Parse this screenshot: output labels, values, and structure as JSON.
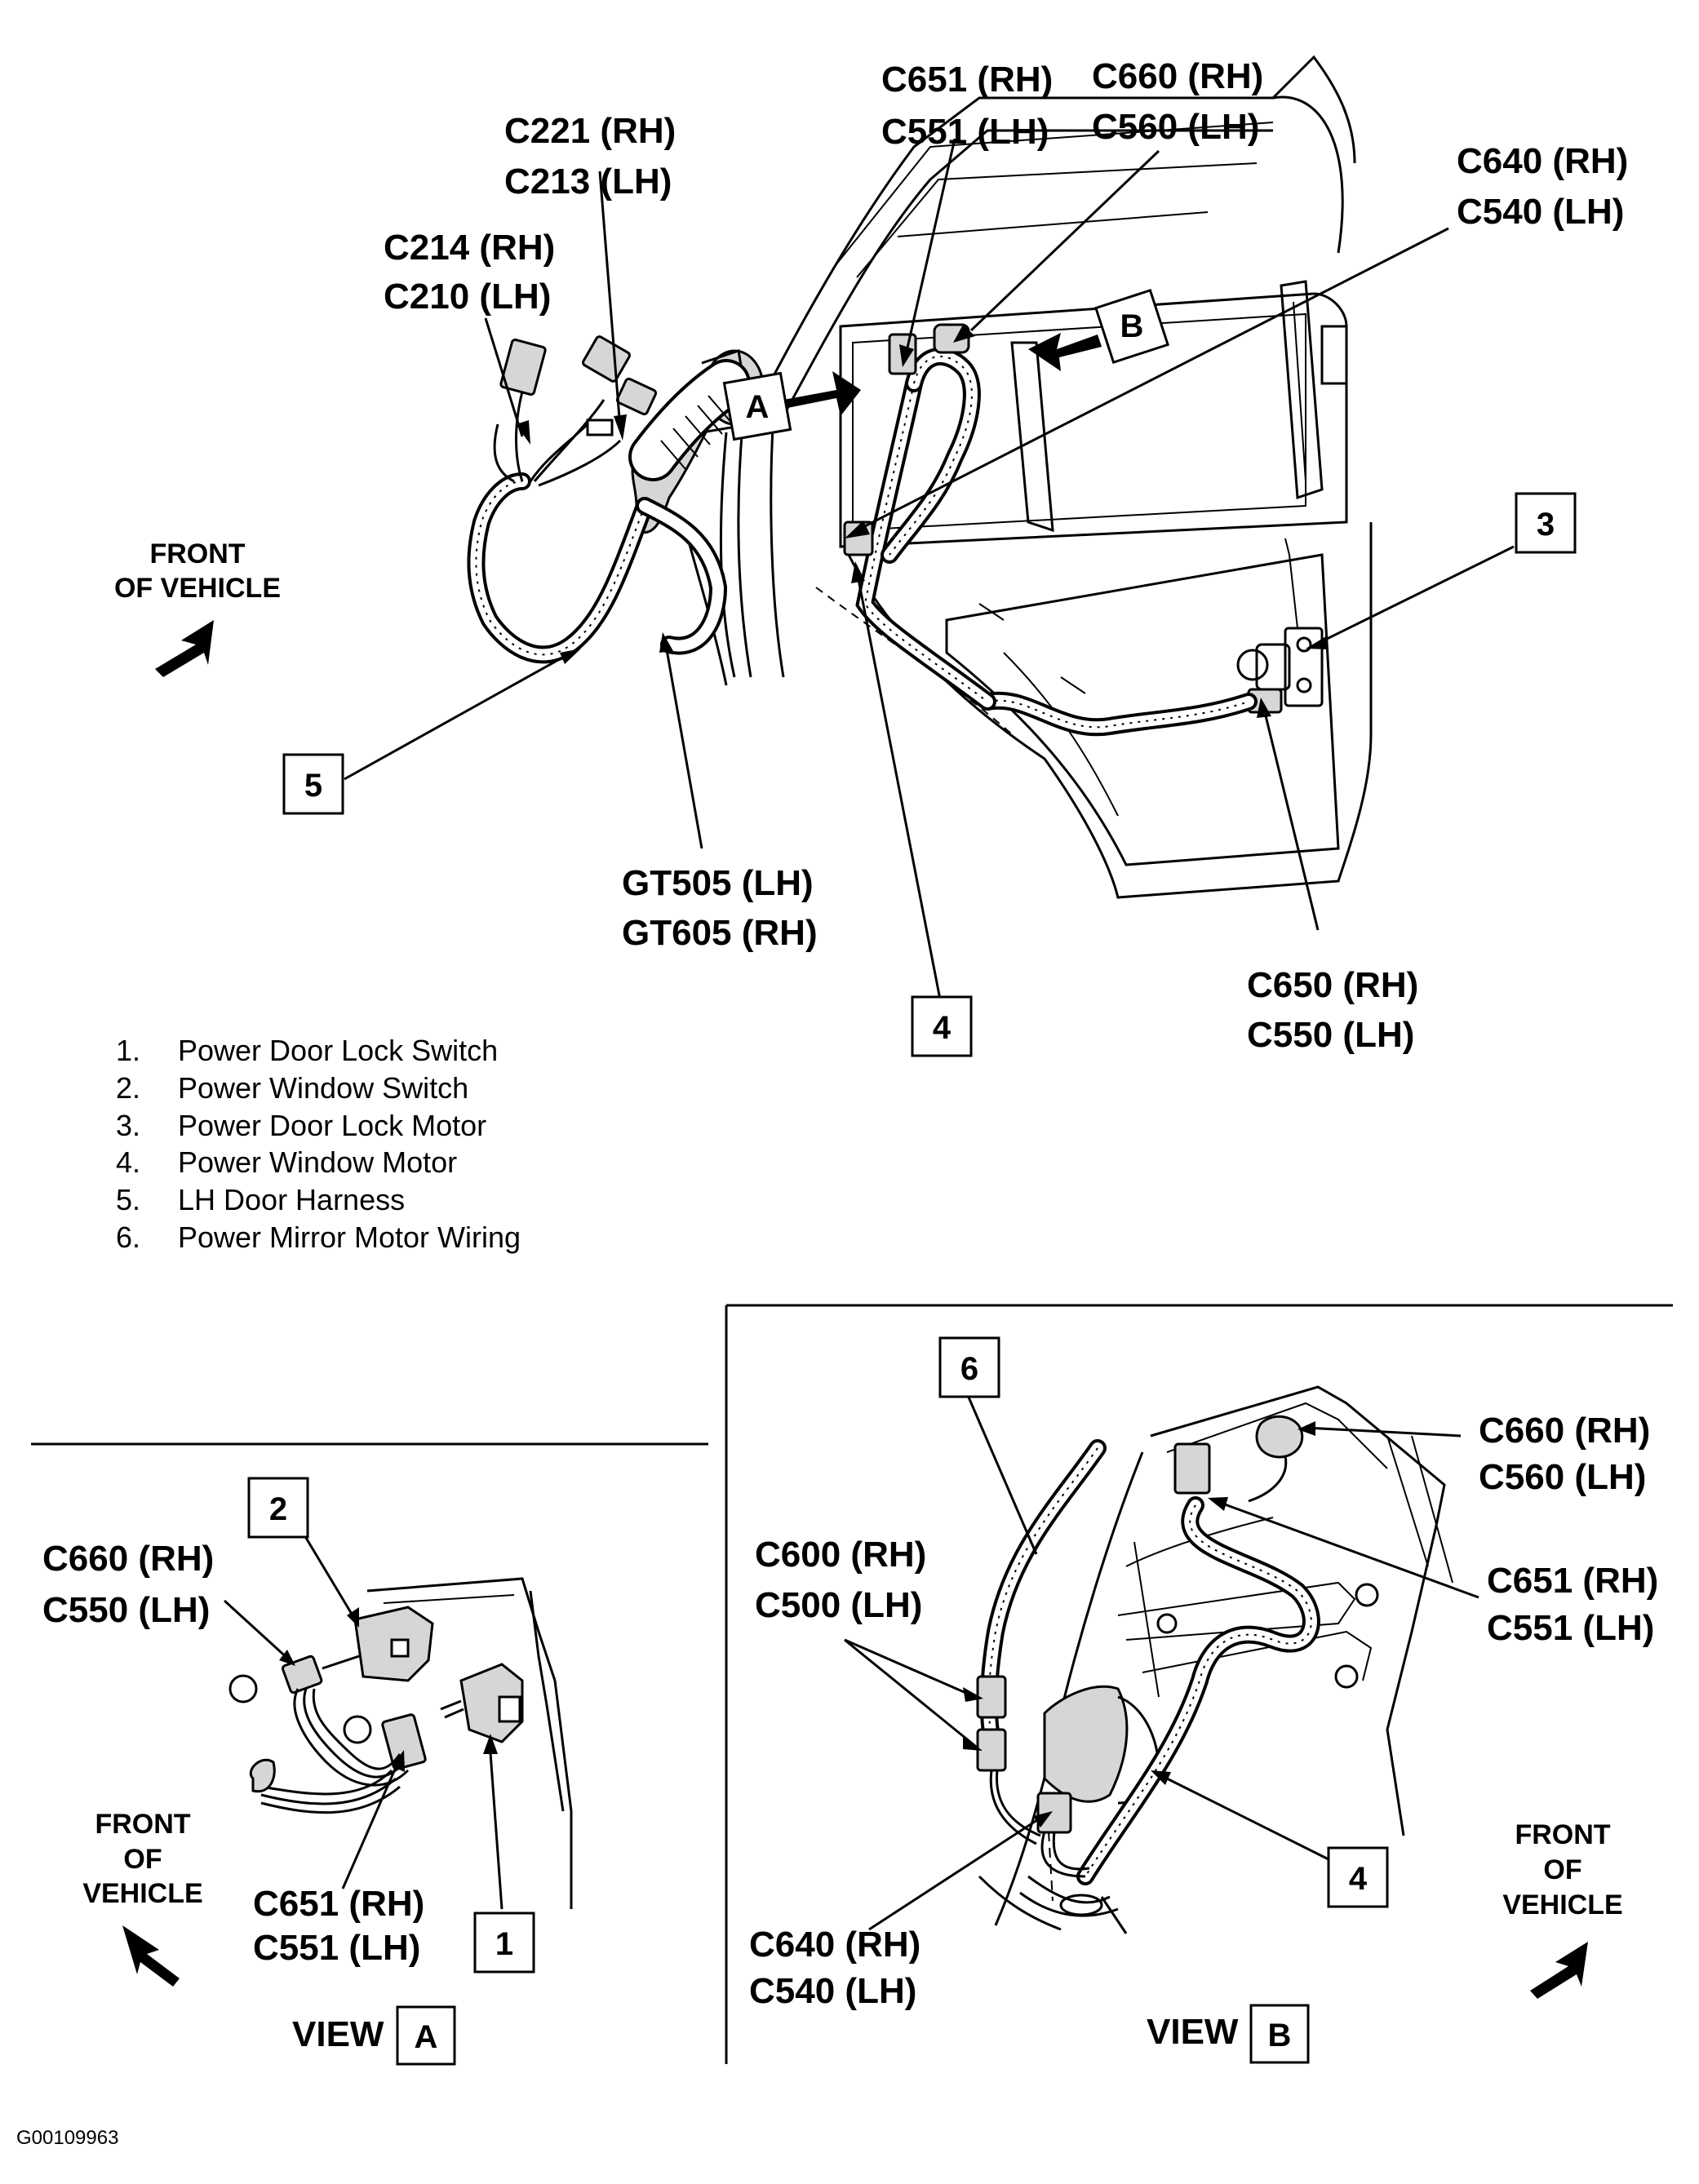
{
  "main_view": {
    "labels": {
      "c221": "C221 (RH)",
      "c213": "C213 (LH)",
      "c214": "C214 (RH)",
      "c210": "C210 (LH)",
      "c651": "C651 (RH)",
      "c551": "C551 (LH)",
      "c660": "C660 (RH)",
      "c560": "C560 (LH)",
      "c640": "C640 (RH)",
      "c540": "C540 (LH)",
      "gt505": "GT505 (LH)",
      "gt605": "GT605 (RH)",
      "c650": "C650 (RH)",
      "c550": "C550 (LH)"
    },
    "front_of_vehicle": [
      "FRONT",
      "OF VEHICLE"
    ],
    "view_arrows": {
      "a": "A",
      "b": "B"
    },
    "callouts": {
      "three": "3",
      "four": "4",
      "five": "5"
    }
  },
  "legend": [
    {
      "num": "1.",
      "text": "Power Door Lock Switch"
    },
    {
      "num": "2.",
      "text": "Power Window Switch"
    },
    {
      "num": "3.",
      "text": "Power Door Lock Motor"
    },
    {
      "num": "4.",
      "text": "Power Window Motor"
    },
    {
      "num": "5.",
      "text": "LH Door Harness"
    },
    {
      "num": "6.",
      "text": "Power Mirror Motor Wiring"
    }
  ],
  "view_a": {
    "labels": {
      "c660": "C660 (RH)",
      "c550": "C550 (LH)",
      "c651": "C651 (RH)",
      "c551": "C551 (LH)"
    },
    "front_of_vehicle": [
      "FRONT",
      "OF",
      "VEHICLE"
    ],
    "callouts": {
      "one": "1",
      "two": "2"
    },
    "view_word": "VIEW",
    "view_letter": "A"
  },
  "view_b": {
    "labels": {
      "c660": "C660 (RH)",
      "c560": "C560 (LH)",
      "c651": "C651 (RH)",
      "c551": "C551 (LH)",
      "c600": "C600 (RH)",
      "c500": "C500 (LH)",
      "c640": "C640 (RH)",
      "c540": "C540 (LH)"
    },
    "front_of_vehicle": [
      "FRONT",
      "OF",
      "VEHICLE"
    ],
    "callouts": {
      "four": "4",
      "six": "6"
    },
    "view_word": "VIEW",
    "view_letter": "B"
  },
  "figure_id": "G00109963"
}
